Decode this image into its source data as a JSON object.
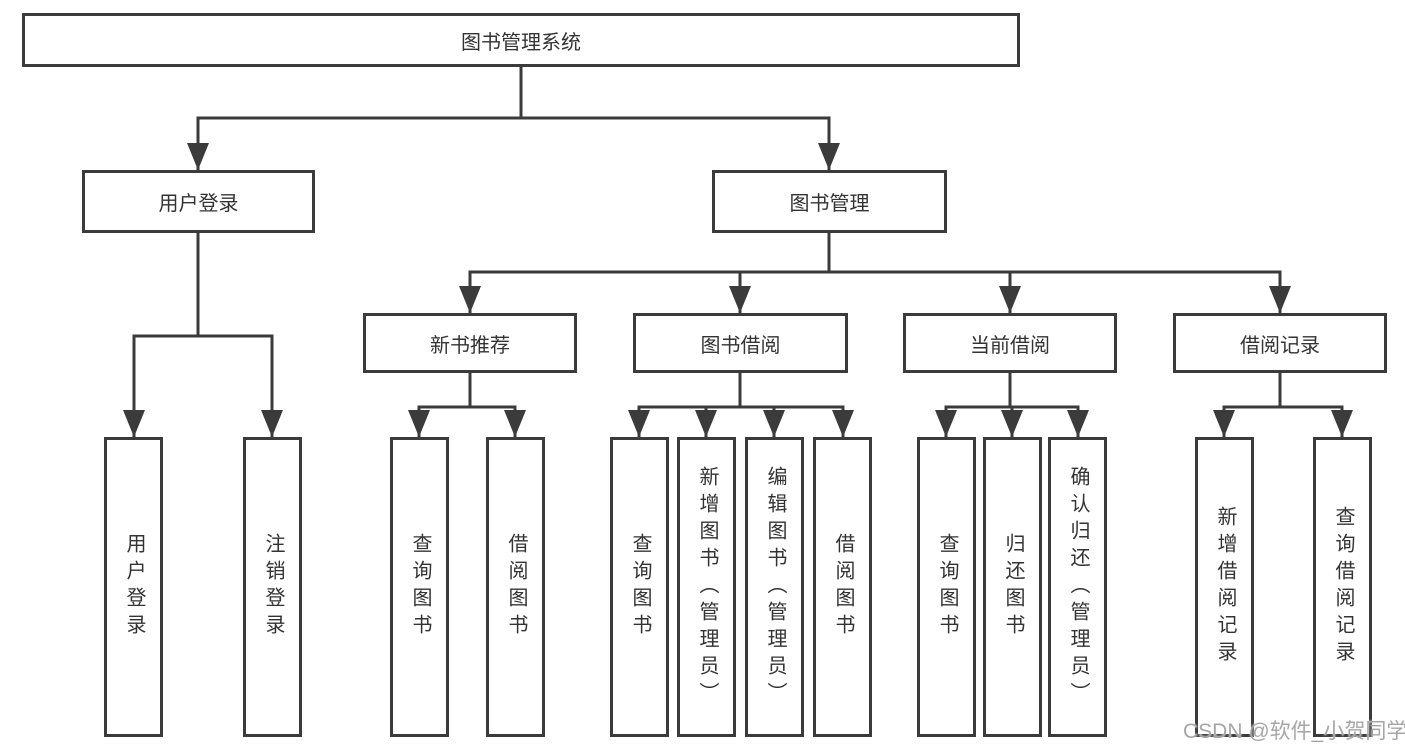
{
  "diagram_title": "图书管理系统",
  "tree": {
    "root": "图书管理系统",
    "branches": [
      {
        "label": "用户登录",
        "children": [
          "用户登录",
          "注销登录"
        ]
      },
      {
        "label": "图书管理",
        "groups": [
          {
            "label": "新书推荐",
            "children": [
              "查询图书",
              "借阅图书"
            ]
          },
          {
            "label": "图书借阅",
            "children": [
              "查询图书",
              "新增图书（管理员）",
              "编辑图书（管理员）",
              "借阅图书"
            ]
          },
          {
            "label": "当前借阅",
            "children": [
              "查询图书",
              "归还图书",
              "确认归还（管理员）"
            ]
          },
          {
            "label": "借阅记录",
            "children": [
              "新增借阅记录",
              "查询借阅记录"
            ]
          }
        ]
      }
    ]
  },
  "watermark": {
    "text": "CSDN @软件_小贺同学"
  },
  "colors": {
    "line": "#3b3b3b",
    "text": "#333333",
    "background": "#ffffff",
    "watermark": "#a6a6a6"
  }
}
